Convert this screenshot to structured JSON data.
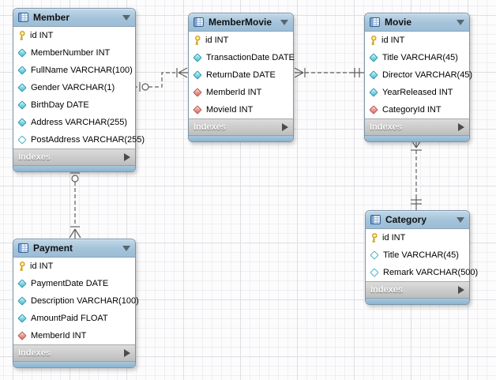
{
  "labels": {
    "indexes": "Indexes"
  },
  "tables": [
    {
      "name": "Member",
      "columns": [
        {
          "icon": "key-icon",
          "text": "id INT"
        },
        {
          "icon": "column-notnull-icon",
          "text": "MemberNumber INT"
        },
        {
          "icon": "column-notnull-icon",
          "text": "FullName VARCHAR(100)"
        },
        {
          "icon": "column-notnull-icon",
          "text": "Gender VARCHAR(1)"
        },
        {
          "icon": "column-notnull-icon",
          "text": "BirthDay DATE"
        },
        {
          "icon": "column-notnull-icon",
          "text": "Address VARCHAR(255)"
        },
        {
          "icon": "column-nullable-icon",
          "text": "PostAddress VARCHAR(255)"
        }
      ]
    },
    {
      "name": "MemberMovie",
      "columns": [
        {
          "icon": "key-icon",
          "text": "id INT"
        },
        {
          "icon": "column-notnull-icon",
          "text": "TransactionDate DATE"
        },
        {
          "icon": "column-notnull-icon",
          "text": "ReturnDate DATE"
        },
        {
          "icon": "fk-column-icon",
          "text": "MemberId INT"
        },
        {
          "icon": "fk-column-icon",
          "text": "MovieId INT"
        }
      ]
    },
    {
      "name": "Movie",
      "columns": [
        {
          "icon": "key-icon",
          "text": "id INT"
        },
        {
          "icon": "column-notnull-icon",
          "text": "Title VARCHAR(45)"
        },
        {
          "icon": "column-notnull-icon",
          "text": "Director VARCHAR(45)"
        },
        {
          "icon": "column-notnull-icon",
          "text": "YearReleased INT"
        },
        {
          "icon": "fk-column-icon",
          "text": "CategoryId INT"
        }
      ]
    },
    {
      "name": "Category",
      "columns": [
        {
          "icon": "key-icon",
          "text": "id INT"
        },
        {
          "icon": "column-nullable-icon",
          "text": "Title VARCHAR(45)"
        },
        {
          "icon": "column-nullable-icon",
          "text": "Remark VARCHAR(500)"
        }
      ]
    },
    {
      "name": "Payment",
      "columns": [
        {
          "icon": "key-icon",
          "text": "id INT"
        },
        {
          "icon": "column-notnull-icon",
          "text": "PaymentDate DATE"
        },
        {
          "icon": "column-notnull-icon",
          "text": "Description VARCHAR(100)"
        },
        {
          "icon": "column-notnull-icon",
          "text": "AmountPaid FLOAT"
        },
        {
          "icon": "fk-column-icon",
          "text": "MemberId INT"
        }
      ]
    }
  ],
  "relationships": [
    {
      "from": "Member",
      "to": "MemberMovie",
      "from_cardinality": "zero-or-one",
      "to_cardinality": "one-or-many",
      "line_style": "dashed"
    },
    {
      "from": "MemberMovie",
      "to": "Movie",
      "from_cardinality": "one-or-many",
      "to_cardinality": "exactly-one",
      "line_style": "dashed"
    },
    {
      "from": "Movie",
      "to": "Category",
      "from_cardinality": "one-or-many",
      "to_cardinality": "exactly-one",
      "line_style": "dashed"
    },
    {
      "from": "Member",
      "to": "Payment",
      "from_cardinality": "zero-or-one",
      "to_cardinality": "one-or-many",
      "line_style": "dashed"
    }
  ],
  "colors": {
    "table_header": "#a9c6db",
    "indexes_row": "#c9c9c9",
    "table_body": "#ffffff",
    "key_icon": "#ffdf6b",
    "notnull_column_icon": "#48bdd0",
    "nullable_column_icon": "#ffffff",
    "fk_column_icon": "#d96c61",
    "connector_line": "#6e6e6e",
    "grid_line": "#e9e9ee"
  }
}
